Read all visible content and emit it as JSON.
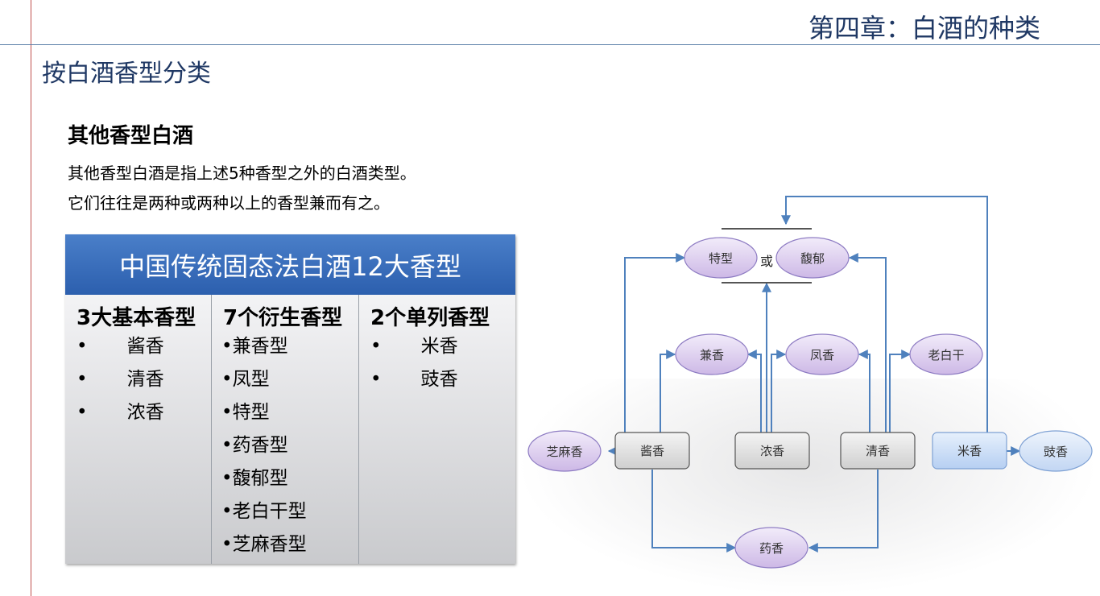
{
  "header": {
    "chapter_title": "第四章：白酒的种类"
  },
  "page": {
    "subtitle": "按白酒香型分类"
  },
  "section": {
    "title": "其他香型白酒",
    "line1": "其他香型白酒是指上述5种香型之外的白酒类型。",
    "line2": "它们往往是两种或两种以上的香型兼而有之。"
  },
  "table": {
    "header": "中国传统固态法白酒12大香型",
    "columns": [
      {
        "title": "3大基本香型",
        "bullet": "•",
        "items": [
          "酱香",
          "清香",
          "浓香"
        ]
      },
      {
        "title": "7个衍生香型",
        "bullet": "•",
        "items": [
          "兼香型",
          "凤型",
          "特型",
          "药香型",
          "馥郁型",
          "老白干型",
          "芝麻香型"
        ]
      },
      {
        "title": "2个单列香型",
        "bullet": "•",
        "items": [
          "米香",
          "豉香"
        ]
      }
    ]
  },
  "diagram": {
    "colors": {
      "line": "#4f81bd",
      "ellipse_fill": "#ddd0ee",
      "ellipse_stroke": "#8e7cc3",
      "box_fill": "#e0e0e0",
      "box_stroke": "#555555",
      "blue_box_fill": "#c9dcf7",
      "blue_ellipse_fill": "#d6e4f7"
    },
    "nodes": {
      "tex": "特型",
      "huo": "或",
      "fuyu": "馥郁",
      "jianxiang": "兼香",
      "fengxiang": "凤香",
      "laobaigan": "老白干",
      "zhima": "芝麻香",
      "jiangxiang": "酱香",
      "nongxiang": "浓香",
      "qingxiang": "清香",
      "mixiang": "米香",
      "chixiang": "豉香",
      "yaoxiang": "药香"
    }
  }
}
